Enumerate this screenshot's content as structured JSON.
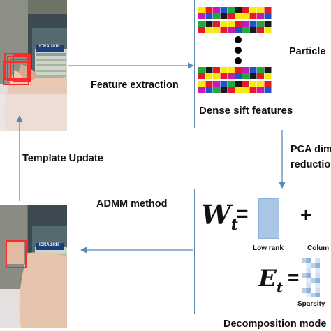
{
  "labels": {
    "feature_extraction": "Feature extraction",
    "dense_sift": "Dense sift features",
    "particle": "Particle",
    "pca_line1": "PCA dim",
    "pca_line2": "reductio",
    "template_update": "Template Update",
    "admm": "ADMM method",
    "decomposition": "Decomposition mode",
    "low_rank": "Low rank",
    "column": "Colum",
    "sparsity": "Sparsity",
    "poster_text_top": "ICRA 2010",
    "poster_text_bottom": "ICRA 2010"
  },
  "equations": {
    "w_symbol": "W",
    "w_sub": "t",
    "e_symbol": "E",
    "e_sub": "t",
    "equals": "=",
    "plus": "+"
  },
  "colors": {
    "arrow": "#5b87b8",
    "box_border": "#5f86b3",
    "tracking_box": "#ff2a2a",
    "low_rank_fill": "#a9c6e6"
  }
}
